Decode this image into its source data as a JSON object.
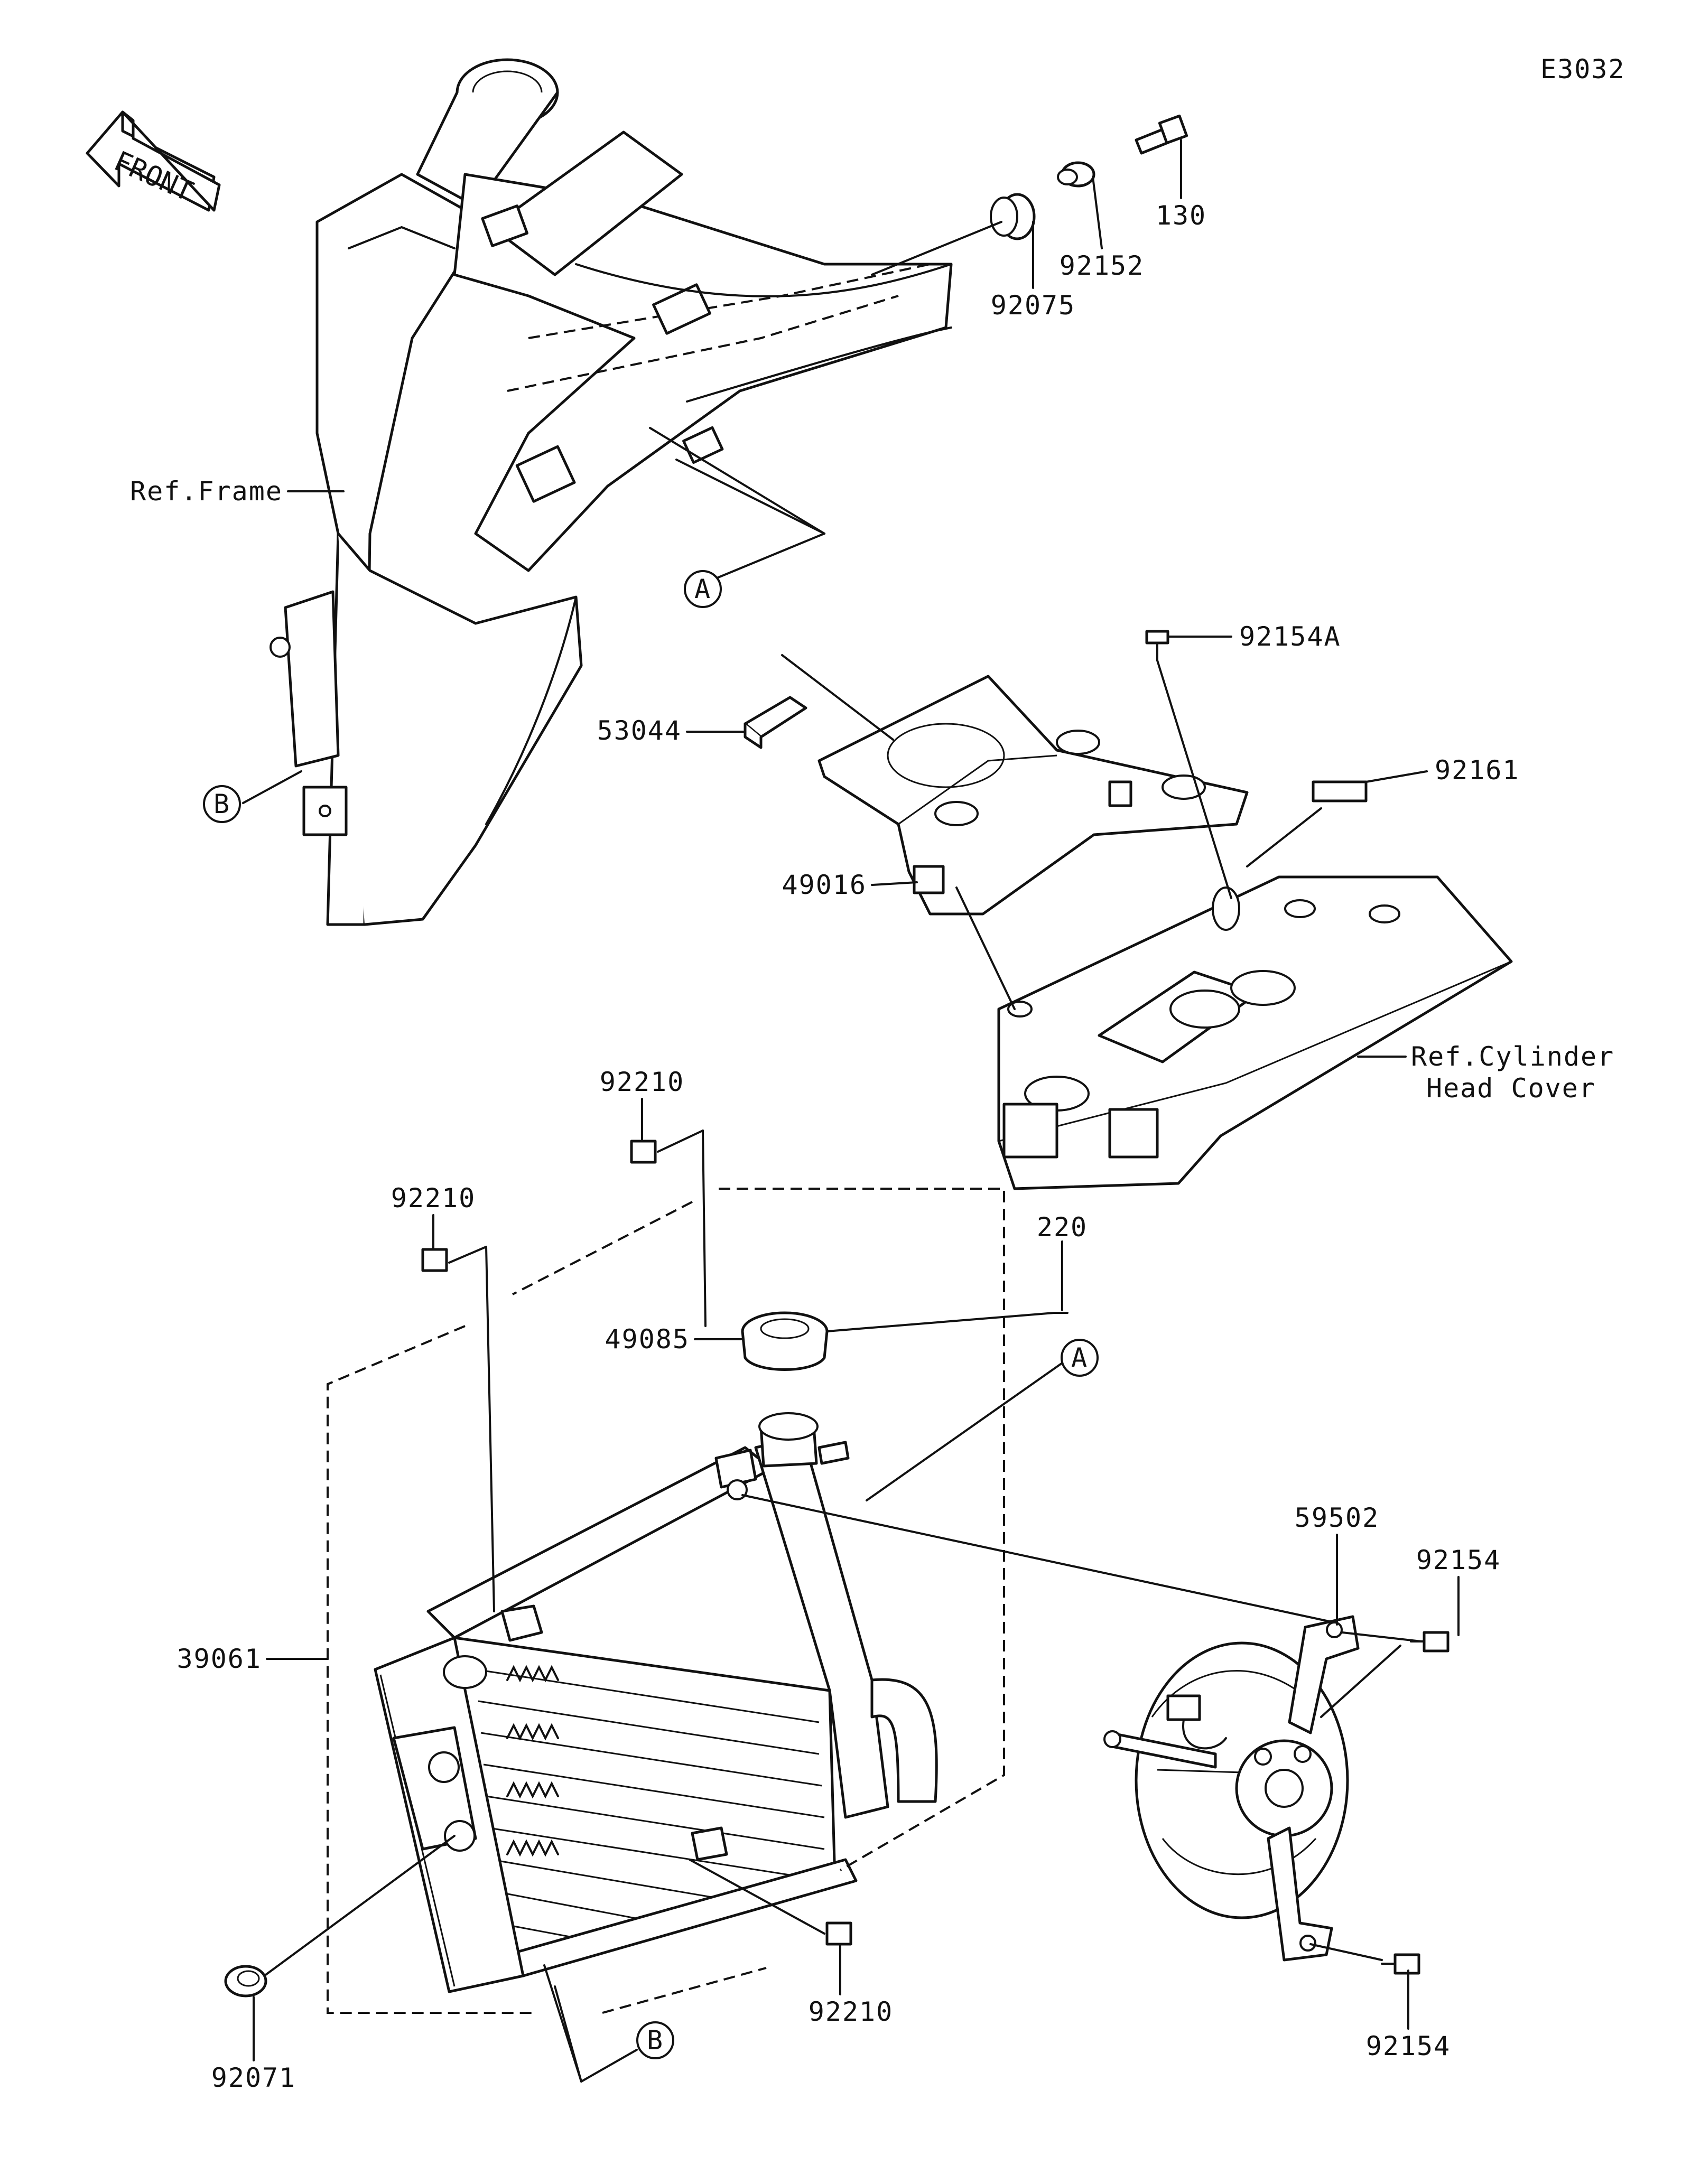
{
  "diagram_code": "E3032",
  "front_arrow_label": "FRONT",
  "reference_labels": {
    "frame": "Ref.Frame",
    "cylinder_head_cover_line1": "Ref.Cylinder",
    "cylinder_head_cover_line2": "Head Cover"
  },
  "callouts": {
    "A_top": "A",
    "B_left": "B",
    "A_right": "A",
    "B_bottom": "B"
  },
  "parts": [
    {
      "id": "p130",
      "number": "130"
    },
    {
      "id": "p92152",
      "number": "92152"
    },
    {
      "id": "p92075",
      "number": "92075"
    },
    {
      "id": "p92154A",
      "number": "92154A"
    },
    {
      "id": "p53044",
      "number": "53044"
    },
    {
      "id": "p92161",
      "number": "92161"
    },
    {
      "id": "p49016",
      "number": "49016"
    },
    {
      "id": "p92210a",
      "number": "92210"
    },
    {
      "id": "p92210b",
      "number": "92210"
    },
    {
      "id": "p220",
      "number": "220"
    },
    {
      "id": "p49085",
      "number": "49085"
    },
    {
      "id": "p59502",
      "number": "59502"
    },
    {
      "id": "p92154a",
      "number": "92154"
    },
    {
      "id": "p39061",
      "number": "39061"
    },
    {
      "id": "p92071",
      "number": "92071"
    },
    {
      "id": "p92210c",
      "number": "92210"
    },
    {
      "id": "p92154b",
      "number": "92154"
    }
  ]
}
